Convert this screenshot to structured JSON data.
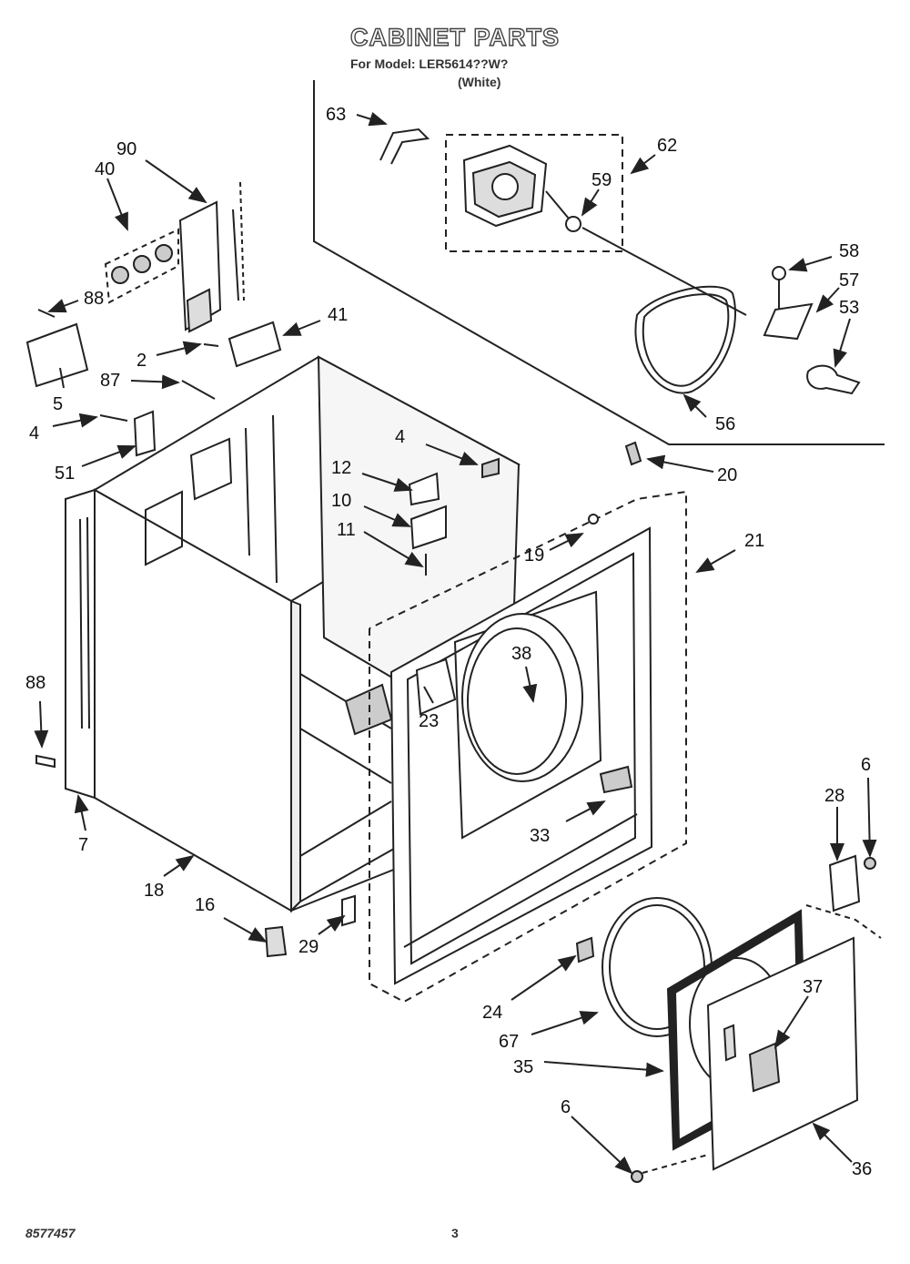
{
  "header": {
    "title": "CABINET PARTS",
    "model_line": "For Model: LER5614??W?",
    "color": "(White)"
  },
  "footer": {
    "doc_number": "8577457",
    "page_number": "3"
  },
  "callouts": [
    "63",
    "62",
    "59",
    "90",
    "40",
    "88",
    "41",
    "58",
    "57",
    "53",
    "2",
    "87",
    "5",
    "4",
    "56",
    "51",
    "4",
    "20",
    "12",
    "10",
    "11",
    "19",
    "21",
    "88",
    "38",
    "23",
    "33",
    "7",
    "18",
    "16",
    "29",
    "6",
    "28",
    "37",
    "24",
    "67",
    "35",
    "6",
    "36"
  ],
  "colors": {
    "line": "#222222",
    "fill": "#ffffff",
    "shade": "#bbbbbb"
  }
}
